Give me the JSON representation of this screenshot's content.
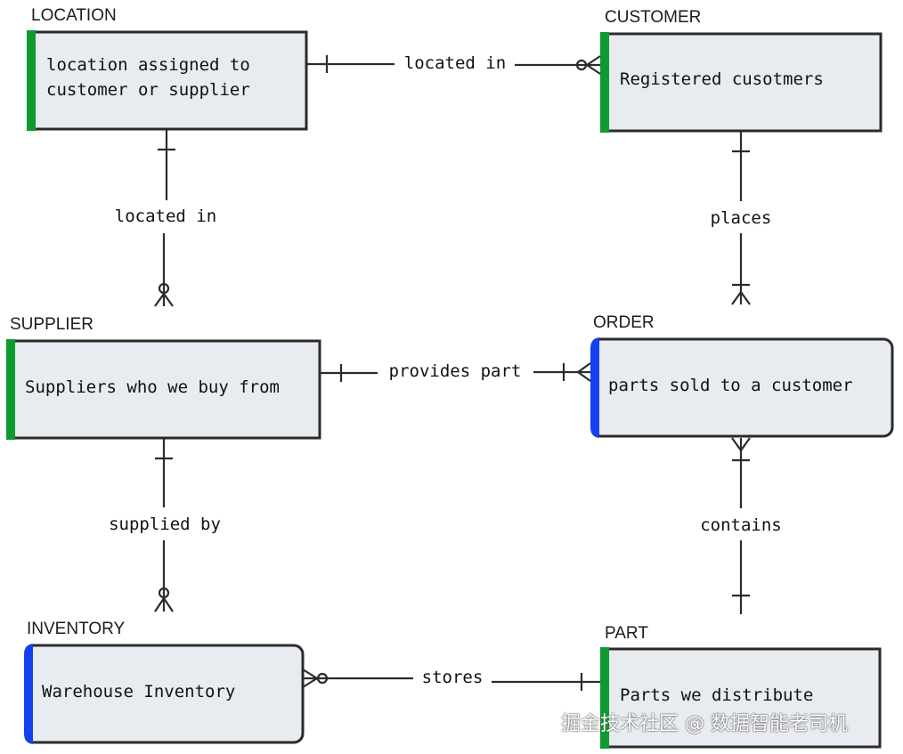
{
  "entities": {
    "location": {
      "title": "LOCATION",
      "desc": [
        "location assigned to",
        "customer or supplier"
      ],
      "accent": "#0d9a2e"
    },
    "customer": {
      "title": "CUSTOMER",
      "desc": [
        "Registered cusotmers"
      ],
      "accent": "#0d9a2e"
    },
    "supplier": {
      "title": "SUPPLIER",
      "desc": [
        "Suppliers who we buy from"
      ],
      "accent": "#0d9a2e"
    },
    "order": {
      "title": "ORDER",
      "desc": [
        "parts sold to a customer"
      ],
      "accent": "#1440f0"
    },
    "inventory": {
      "title": "INVENTORY",
      "desc": [
        "Warehouse Inventory"
      ],
      "accent": "#1440f0"
    },
    "part": {
      "title": "PART",
      "desc": [
        "Parts we distribute"
      ],
      "accent": "#0d9a2e"
    }
  },
  "relationships": [
    {
      "id": "location-customer",
      "label": "located in",
      "from": "location",
      "to": "customer",
      "from_card": "one",
      "to_card": "zero-or-many"
    },
    {
      "id": "location-supplier",
      "label": "located in",
      "from": "location",
      "to": "supplier",
      "from_card": "one",
      "to_card": "zero-or-many"
    },
    {
      "id": "customer-order",
      "label": "places",
      "from": "customer",
      "to": "order",
      "from_card": "one",
      "to_card": "one-or-many"
    },
    {
      "id": "supplier-order",
      "label": "provides part",
      "from": "supplier",
      "to": "order",
      "from_card": "one",
      "to_card": "one-or-many"
    },
    {
      "id": "supplier-inventory",
      "label": "supplied by",
      "from": "supplier",
      "to": "inventory",
      "from_card": "one",
      "to_card": "zero-or-many"
    },
    {
      "id": "order-part",
      "label": "contains",
      "from": "order",
      "to": "part",
      "from_card": "one-or-many",
      "to_card": "one"
    },
    {
      "id": "inventory-part",
      "label": "stores",
      "from": "inventory",
      "to": "part",
      "from_card": "zero-or-many",
      "to_card": "one"
    }
  ],
  "watermark": "掘金技术社区 @ 数据智能老司机"
}
